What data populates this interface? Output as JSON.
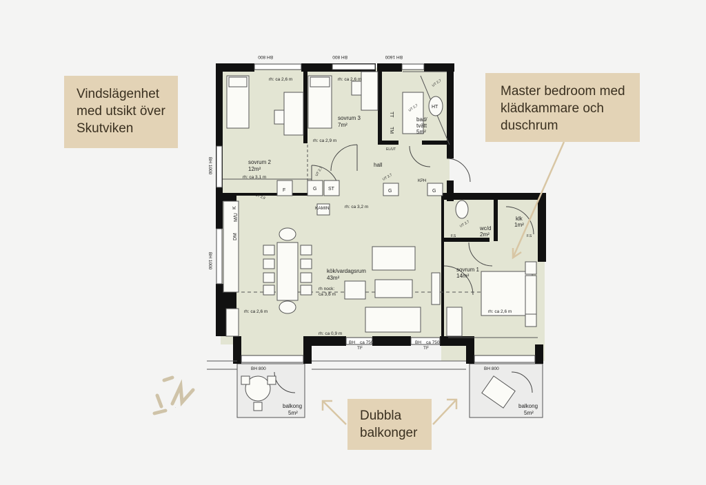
{
  "callouts": {
    "top_left": [
      "Vindslägenhet",
      "med utsikt över",
      "Skutviken"
    ],
    "top_right": [
      "Master bedroom med",
      "klädkammare och",
      "duschrum"
    ],
    "bottom": [
      "Dubbla",
      "balkonger"
    ]
  },
  "rooms": {
    "sovrum2": {
      "name": "sovrum 2",
      "area": "12m²"
    },
    "sovrum3": {
      "name": "sovrum 3",
      "area": "7m²"
    },
    "bad": {
      "name": "bad/",
      "name2": "tvätt",
      "area": "5m²"
    },
    "hall": {
      "name": "hall"
    },
    "kok": {
      "name": "kök/vardagsrum",
      "area": "43m²"
    },
    "wcd": {
      "name": "wc/d",
      "area": "2m²"
    },
    "klk": {
      "name": "klk",
      "area": "1m²"
    },
    "sovrum1": {
      "name": "sovrum 1",
      "area": "14m²"
    },
    "balkong_left": {
      "name": "balkong",
      "area": "5m²"
    },
    "balkong_right": {
      "name": "balkong",
      "area": "5m²"
    }
  },
  "heights": {
    "sovrum2_top": "rh: ca 2,6 m",
    "sovrum3_top": "rh: ca 2,6 m",
    "sovrum3_bottom": "rh: ca 2,9 m",
    "sovrum2_bottom": "rh: ca 3,1 m",
    "hall": "rh: ca 3,2 m",
    "kok_nock_1": "rh nock:",
    "kok_nock_2": "ca 3,6 m",
    "kok_left": "rh: ca 2,6 m",
    "kok_bottom": "rh: ca 0,9 m",
    "sovrum1": "rh: ca 2,6 m"
  },
  "window_labels": {
    "top_1": "BH 800",
    "top_2": "BH 800",
    "top_3": "BH 1600",
    "left_1": "BH 1000",
    "left_2": "BH 1000",
    "bottom_1a": "BH",
    "bottom_1b": "ca 750",
    "bottom_1c": "TF",
    "bottom_2a": "BH",
    "bottom_2b": "ca 750",
    "bottom_2c": "TF",
    "balk_left": "BH 800",
    "balk_right": "BH 800"
  },
  "fixtures": {
    "kamin": "KAMIN",
    "kph": "KPH",
    "g1": "G",
    "g2": "G",
    "g3": "G",
    "st": "ST",
    "f": "F",
    "k": "K",
    "mu": "M/U",
    "dm": "DM",
    "ht": "HT",
    "tt": "TT",
    "tm": "TM",
    "elut": "EL/UT",
    "ut1": "UT 2,7",
    "ut2": "UT 2,7",
    "ut3": "UT 2,7",
    "ut4": "UT 2,7",
    "ut5": "UT 2,9",
    "ut6": "UT 2,7",
    "fs1": "F.S",
    "fs2": "F.S"
  },
  "colors": {
    "background": "#f4f4f3",
    "floor": "#e3e5d3",
    "wall": "#111111",
    "callout": "#e3d3b6",
    "arrow": "#d8c6a4"
  },
  "compass": "N"
}
